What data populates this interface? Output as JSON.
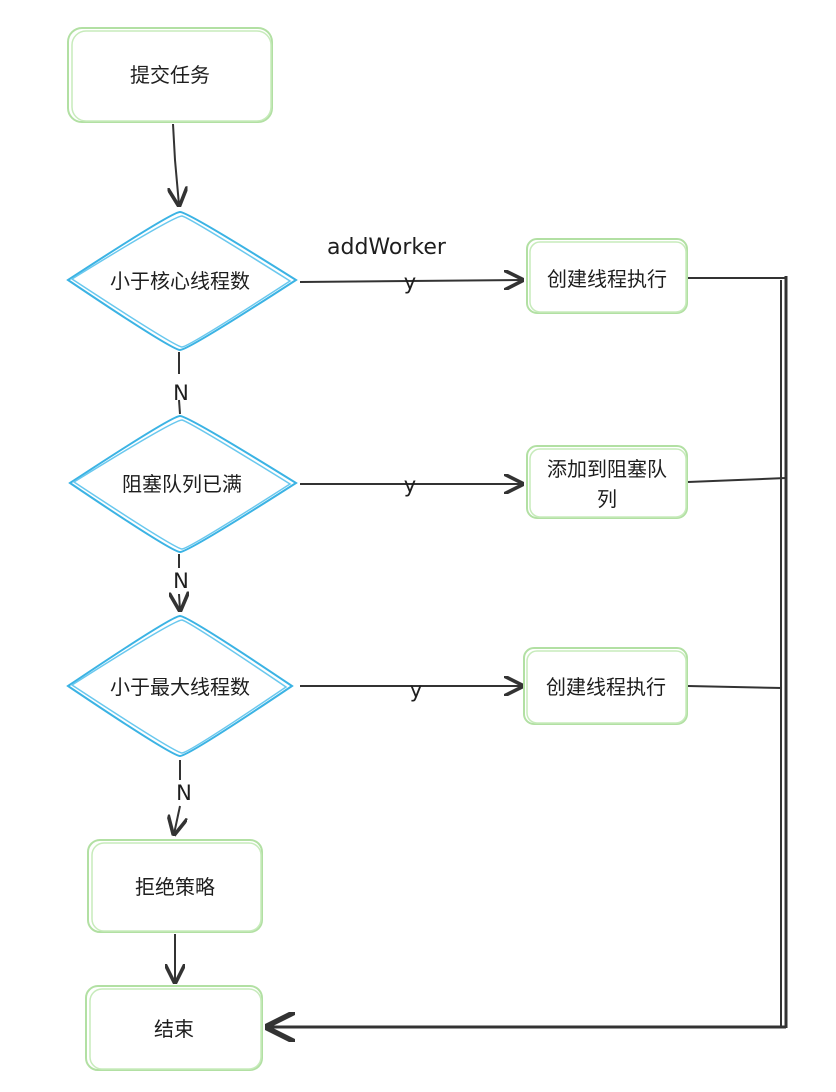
{
  "nodes": {
    "submit_task": "提交任务",
    "less_than_core": "小于核心线程数",
    "create_thread_1": "创建线程执行",
    "queue_full": "阻塞队列已满",
    "add_to_queue_line1": "添加到阻塞队",
    "add_to_queue_line2": "列",
    "less_than_max": "小于最大线程数",
    "create_thread_2": "创建线程执行",
    "reject_policy": "拒绝策略",
    "end": "结束"
  },
  "labels": {
    "add_worker": "addWorker",
    "yes_1": "y",
    "yes_2": "y",
    "yes_3": "y",
    "no_1": "N",
    "no_2": "N",
    "no_3": "N"
  },
  "colors": {
    "box_stroke": "#b2e0a3",
    "diamond_stroke": "#3bb3e4",
    "line": "#333333"
  }
}
